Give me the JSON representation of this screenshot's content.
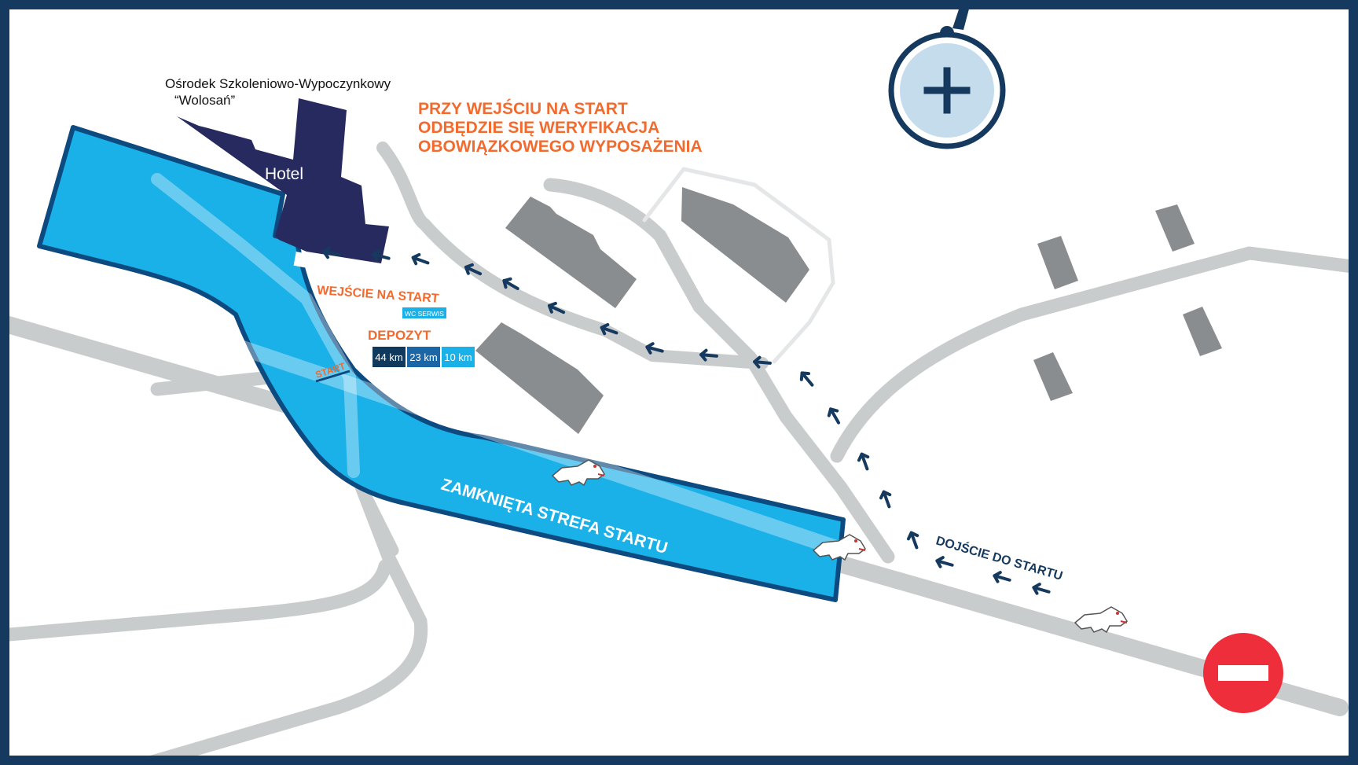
{
  "title": {
    "line1": "PRZY WEJŚCIU NA START",
    "line2": "ODBĘDZIE SIĘ WERYFIKACJA",
    "line3": "OBOWIĄZKOWEGO WYPOSAŻENIA"
  },
  "venue": {
    "line1": "Ośrodek Szkoleniowo-Wypoczynkowy",
    "line2": "“Wolosań”"
  },
  "hotel_label": "Hotel",
  "entrance_label": "WEJŚCIE NA START",
  "wc_label": "WC SERWIS",
  "deposit_label": "DEPOZYT",
  "distances": [
    "44 km",
    "23 km",
    "10 km"
  ],
  "start_label": "START",
  "zone_label": "ZAMKNIĘTA STREFA STARTU",
  "approach_label": "DOJŚCIE DO STARTU",
  "icons": {
    "first_aid": "first-aid-plus-icon",
    "no_entry": "no-entry-icon",
    "wolf": "wolf-mascot-icon",
    "arrow": "route-arrow-icon"
  },
  "colors": {
    "frame": "#163a5f",
    "zone_fill": "#1ab0e8",
    "zone_border": "#0d4a80",
    "building_dark": "#272a5f",
    "building_gray": "#8a8d90",
    "road": "#c9cccd",
    "accent_orange": "#f26a2e",
    "no_entry_red": "#ee2e3b",
    "distance_44": "#0f3a5e",
    "distance_23": "#1b66a6",
    "distance_10": "#1ab0e8"
  }
}
